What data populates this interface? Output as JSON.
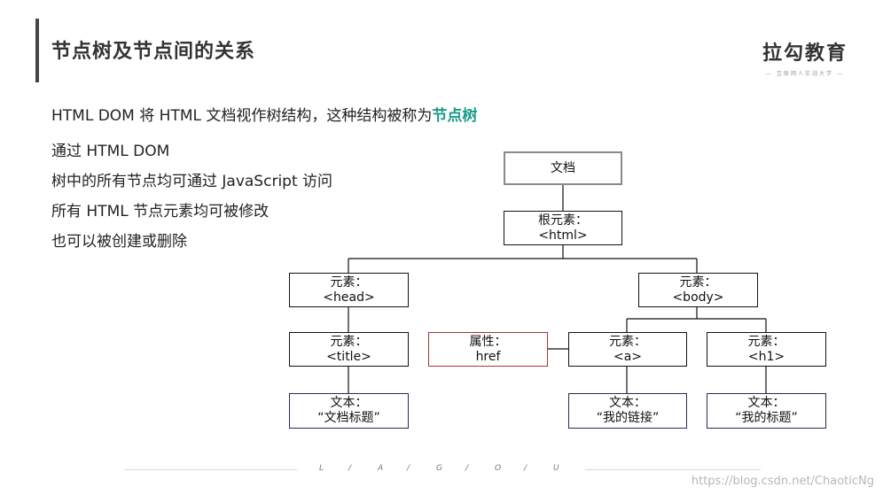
{
  "header": {
    "title": "节点树及节点间的关系",
    "brand_name": "拉勾教育",
    "brand_tagline": "— 互联网人实战大学 —"
  },
  "intro": {
    "text_before": "HTML DOM 将 HTML 文档视作树结构，这种结构被称为",
    "highlight": "节点树",
    "highlight_color": "#1a9b8a"
  },
  "bullets": [
    "通过 HTML DOM",
    "树中的所有节点均可通过 JavaScript 访问",
    "所有 HTML 节点元素均可被修改",
    "也可以被创建或删除"
  ],
  "tree": {
    "document": {
      "line1": "文档"
    },
    "html": {
      "line1": "根元素：",
      "line2": "<html>"
    },
    "head": {
      "line1": "元素：",
      "line2": "<head>"
    },
    "body": {
      "line1": "元素：",
      "line2": "<body>"
    },
    "title": {
      "line1": "元素：",
      "line2": "<title>"
    },
    "attr": {
      "line1": "属性：",
      "line2": "href"
    },
    "a": {
      "line1": "元素：",
      "line2": "<a>"
    },
    "h1": {
      "line1": "元素：",
      "line2": "<h1>"
    },
    "text_title": {
      "line1": "文本：",
      "line2": "“文档标题”"
    },
    "text_a": {
      "line1": "文本：",
      "line2": "“我的链接”"
    },
    "text_h1": {
      "line1": "文本：",
      "line2": "“我的标题”"
    }
  },
  "footer": {
    "letters": [
      "L",
      "/",
      "A",
      "/",
      "G",
      "/",
      "O",
      "/",
      "U"
    ]
  },
  "watermark": "https://blog.csdn.net/ChaoticNg"
}
